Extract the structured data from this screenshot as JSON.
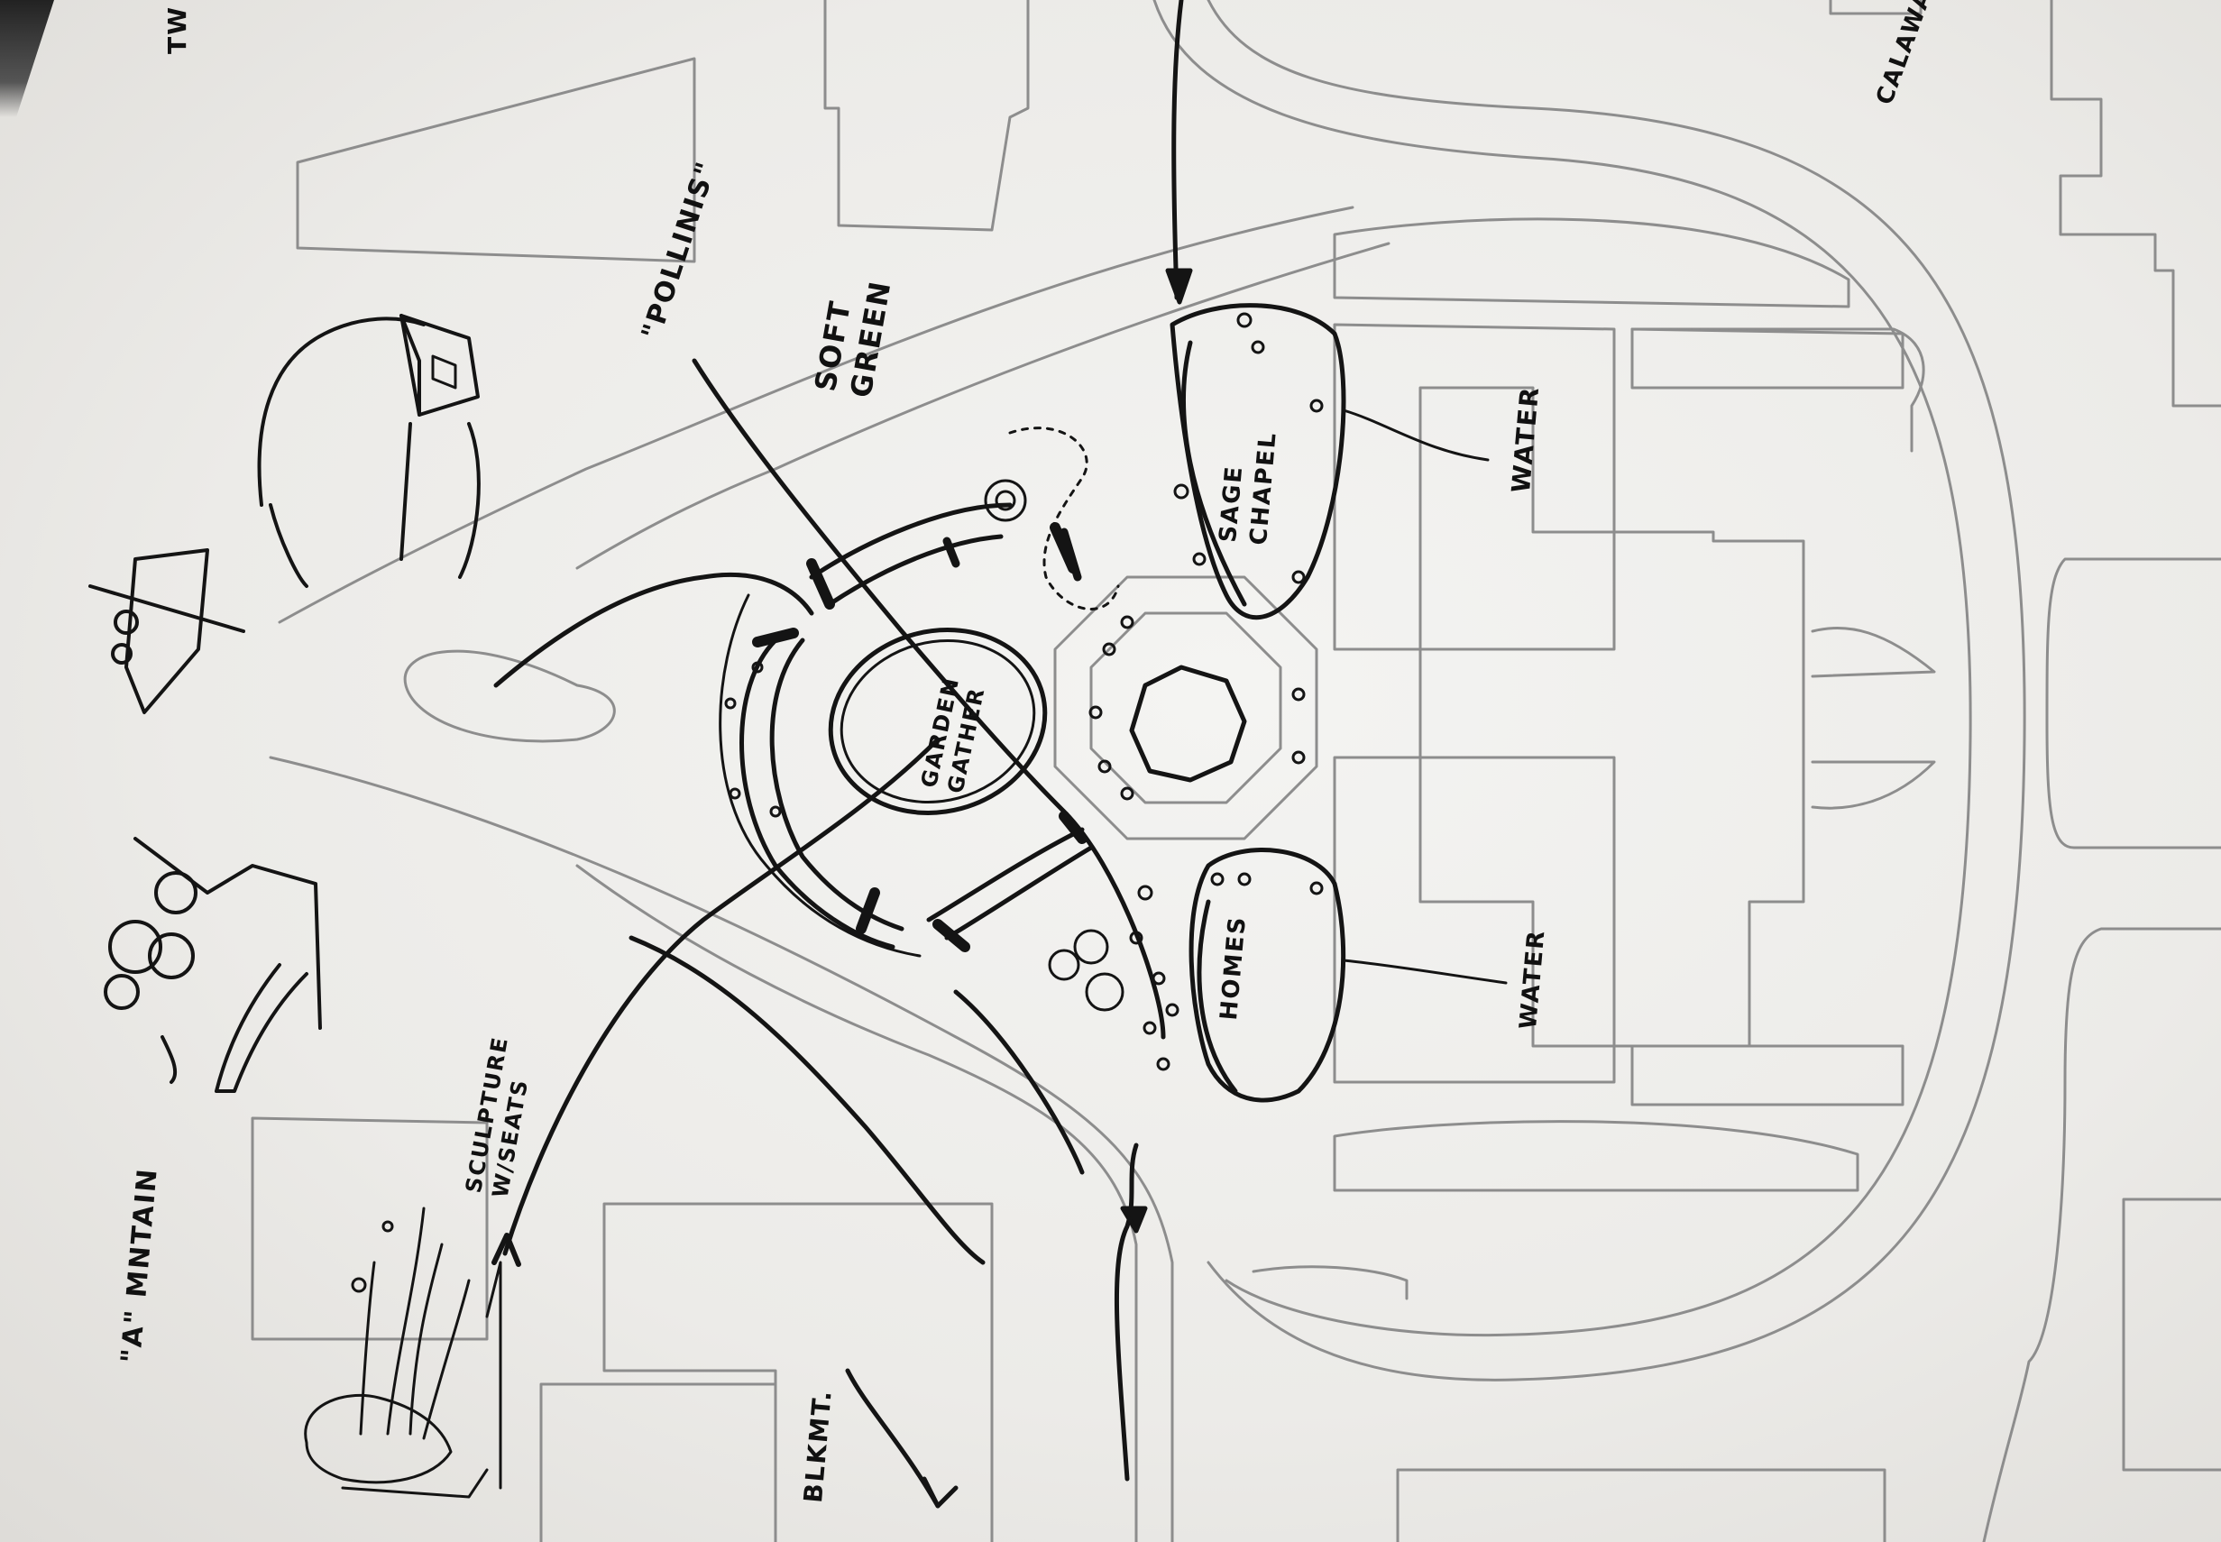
{
  "labels": {
    "top_left_corner": "TW",
    "top_right_corner": "CALAWA",
    "pollinis": "\"POLLINIS\"",
    "soft_green": "SOFT GREEN",
    "water_upper": "WATER",
    "water_lower": "WATER",
    "sage_chapel": "SAGE CHAPEL",
    "garden_gathering": "GARDEN GATHER",
    "homes": "HOMES",
    "sculpture_with_seats": "SCULPTURE W/SEATS",
    "a_mountain": "\"A\" MNTAIN",
    "blkmt": "BLKMT."
  },
  "colors": {
    "paper": "#efeeeb",
    "pencil": "#8f8f8f",
    "ink": "#111111"
  }
}
